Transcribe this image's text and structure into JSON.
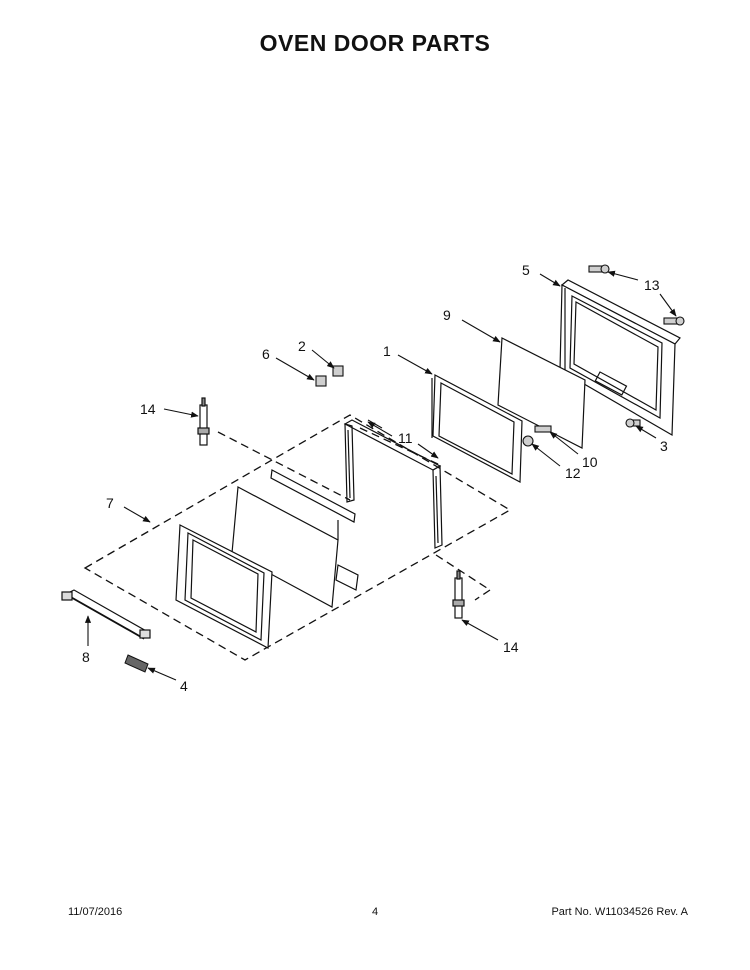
{
  "title": "OVEN DOOR PARTS",
  "callouts": {
    "c1": "1",
    "c2": "2",
    "c3": "3",
    "c4": "4",
    "c5": "5",
    "c6": "6",
    "c7": "7",
    "c8": "8",
    "c9": "9",
    "c10": "10",
    "c11": "11",
    "c12": "12",
    "c13": "13",
    "c14a": "14",
    "c14b": "14"
  },
  "footer": {
    "date": "11/07/2016",
    "page": "4",
    "part": "Part No.  W11034526   Rev.  A"
  }
}
